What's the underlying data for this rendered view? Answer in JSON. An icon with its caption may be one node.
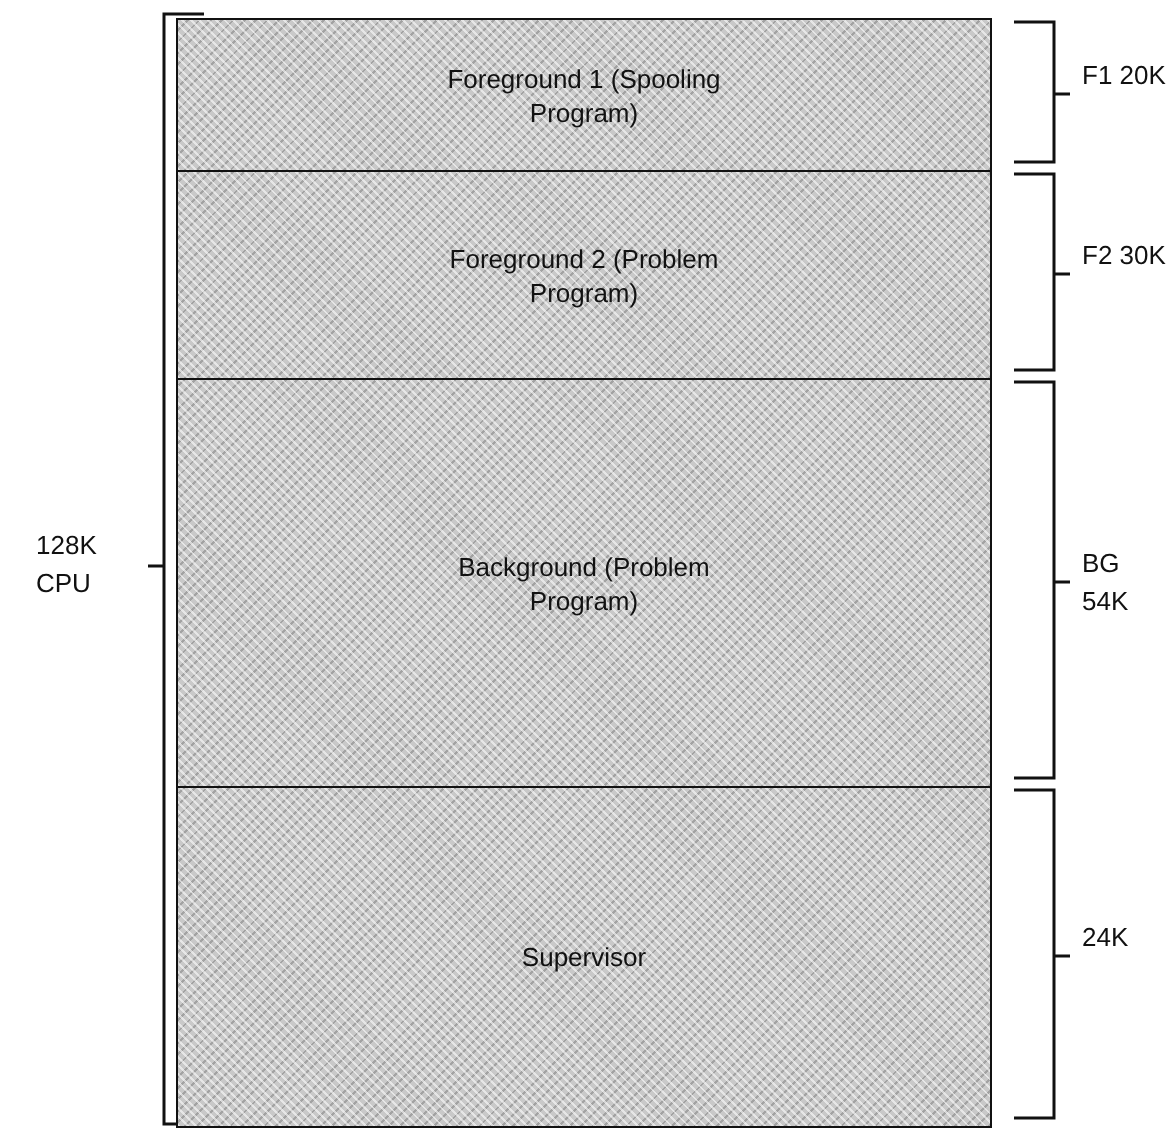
{
  "diagram": {
    "nodes": [
      {
        "text": [
          "Foreground 1 (Spooling Program)"
        ],
        "beside": [
          "F1 20K"
        ]
      },
      {
        "text": [
          "Foreground 2 (Problem Program)"
        ],
        "beside": [
          "F2 30K"
        ]
      },
      {
        "text": [
          "Background (Problem Program)"
        ],
        "beside": [
          "BG 54K"
        ]
      },
      {
        "text": [
          "Supervisor"
        ],
        "beside": [
          "24K"
        ]
      }
    ],
    "labels": [
      "128K CPU"
    ]
  }
}
